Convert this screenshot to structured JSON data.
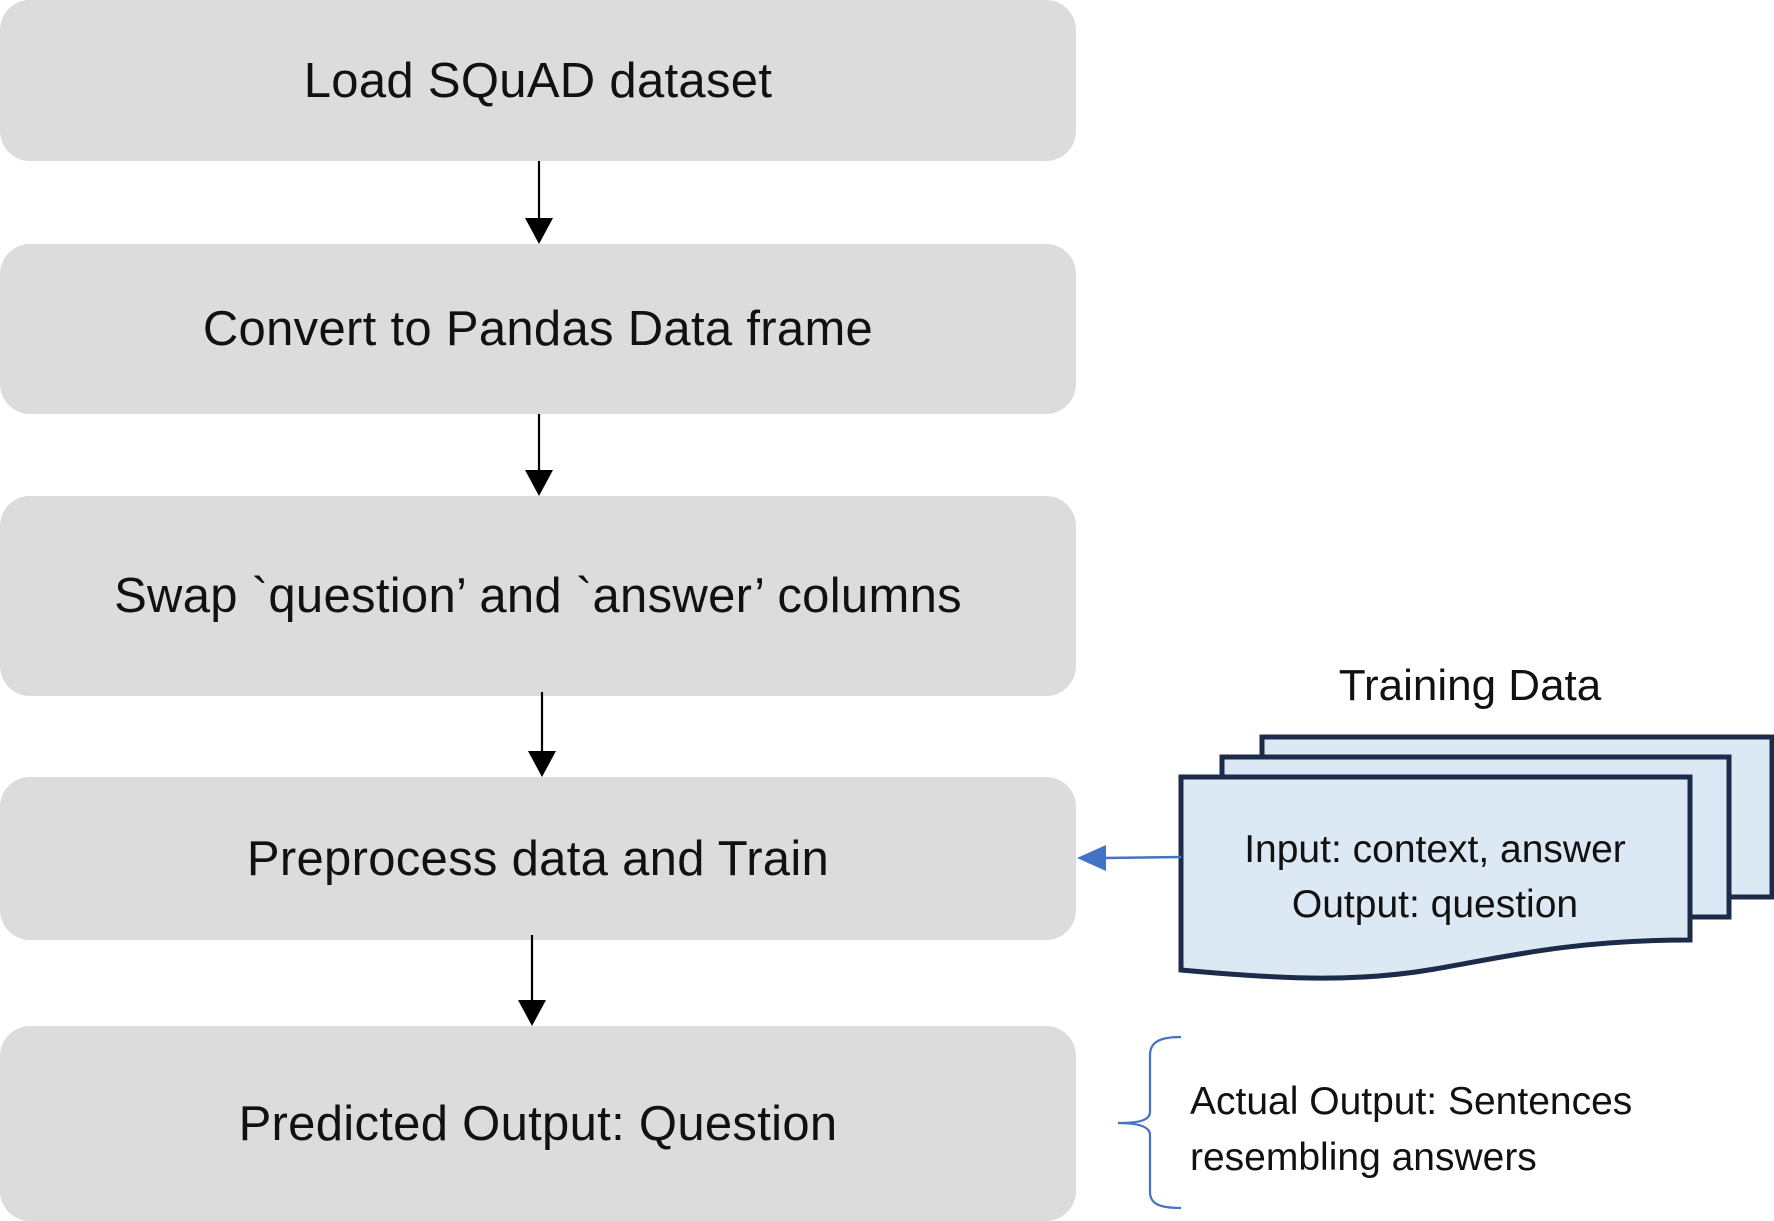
{
  "steps": [
    {
      "label": "Load SQuAD dataset"
    },
    {
      "label": "Convert to Pandas Data frame"
    },
    {
      "label": "Swap `question’ and `answer’ columns"
    },
    {
      "label": "Preprocess data and Train"
    },
    {
      "label": "Predicted Output: Question"
    }
  ],
  "training_data": {
    "title": "Training Data",
    "input_line": "Input: context, answer",
    "output_line": "Output: question"
  },
  "actual_output": {
    "line1": "Actual Output: Sentences",
    "line2": "resembling answers"
  },
  "colors": {
    "step_fill": "#dcdcdc",
    "doc_fill": "#dde8f5",
    "doc_stroke": "#1c2b4a",
    "accent_arrow": "#4472c4"
  }
}
